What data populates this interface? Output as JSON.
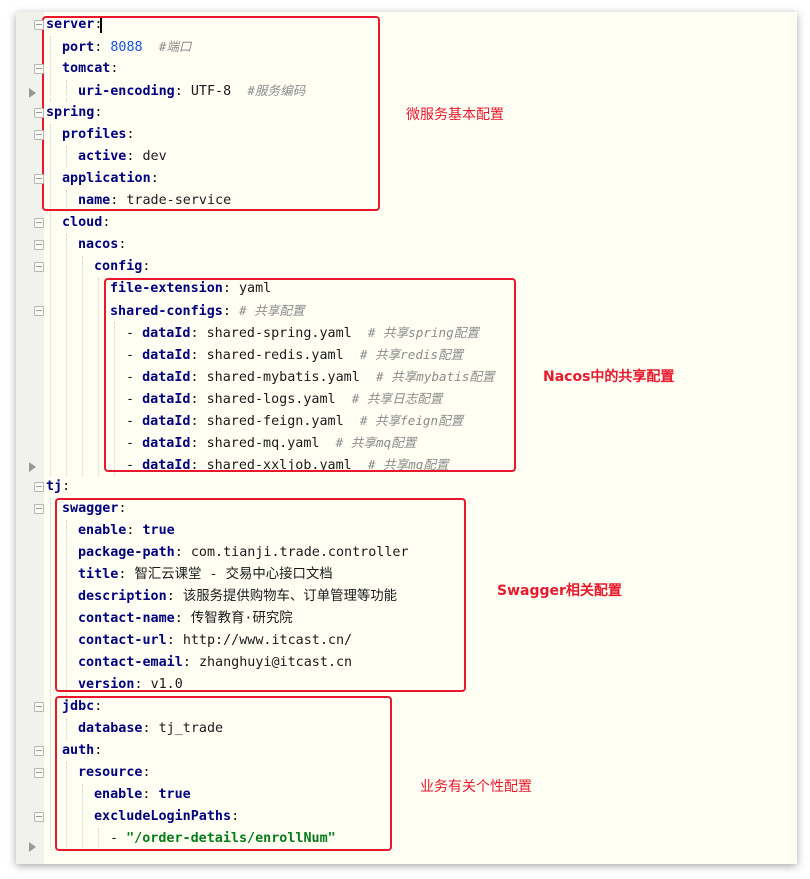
{
  "lines": [
    {
      "indent": 0,
      "key": "server",
      "value": "",
      "comment": ""
    },
    {
      "indent": 1,
      "key": "port",
      "value": "8088",
      "num": true,
      "comment": "#端口"
    },
    {
      "indent": 1,
      "key": "tomcat",
      "value": "",
      "comment": ""
    },
    {
      "indent": 2,
      "key": "uri-encoding",
      "value": "UTF-8",
      "comment": "#服务编码"
    },
    {
      "indent": 0,
      "key": "spring",
      "value": "",
      "comment": ""
    },
    {
      "indent": 1,
      "key": "profiles",
      "value": "",
      "comment": ""
    },
    {
      "indent": 2,
      "key": "active",
      "value": "dev",
      "comment": ""
    },
    {
      "indent": 1,
      "key": "application",
      "value": "",
      "comment": ""
    },
    {
      "indent": 2,
      "key": "name",
      "value": "trade-service",
      "comment": ""
    },
    {
      "indent": 1,
      "key": "cloud",
      "value": "",
      "comment": ""
    },
    {
      "indent": 2,
      "key": "nacos",
      "value": "",
      "comment": ""
    },
    {
      "indent": 3,
      "key": "config",
      "value": "",
      "comment": ""
    },
    {
      "indent": 4,
      "key": "file-extension",
      "value": "yaml",
      "comment": ""
    },
    {
      "indent": 4,
      "key": "shared-configs",
      "value": "",
      "comment": "# 共享配置"
    },
    {
      "indent": 5,
      "dash": true,
      "key": "dataId",
      "value": "shared-spring.yaml",
      "comment": "# 共享spring配置"
    },
    {
      "indent": 5,
      "dash": true,
      "key": "dataId",
      "value": "shared-redis.yaml",
      "comment": "# 共享redis配置"
    },
    {
      "indent": 5,
      "dash": true,
      "key": "dataId",
      "value": "shared-mybatis.yaml",
      "comment": "# 共享mybatis配置"
    },
    {
      "indent": 5,
      "dash": true,
      "key": "dataId",
      "value": "shared-logs.yaml",
      "comment": "# 共享日志配置"
    },
    {
      "indent": 5,
      "dash": true,
      "key": "dataId",
      "value": "shared-feign.yaml",
      "comment": "# 共享feign配置"
    },
    {
      "indent": 5,
      "dash": true,
      "key": "dataId",
      "value": "shared-mq.yaml",
      "comment": "# 共享mq配置"
    },
    {
      "indent": 5,
      "dash": true,
      "key": "dataId",
      "value": "shared-xxljob.yaml",
      "comment": "# 共享mq配置"
    },
    {
      "indent": 0,
      "key": "tj",
      "value": "",
      "comment": ""
    },
    {
      "indent": 1,
      "key": "swagger",
      "value": "",
      "comment": ""
    },
    {
      "indent": 2,
      "key": "enable",
      "value": "true",
      "bold": true,
      "comment": ""
    },
    {
      "indent": 2,
      "key": "package-path",
      "value": "com.tianji.trade.controller",
      "comment": ""
    },
    {
      "indent": 2,
      "key": "title",
      "value": "智汇云课堂 - 交易中心接口文档",
      "comment": ""
    },
    {
      "indent": 2,
      "key": "description",
      "value": "该服务提供购物车、订单管理等功能",
      "comment": ""
    },
    {
      "indent": 2,
      "key": "contact-name",
      "value": "传智教育·研究院",
      "comment": ""
    },
    {
      "indent": 2,
      "key": "contact-url",
      "value": "http://www.itcast.cn/",
      "comment": ""
    },
    {
      "indent": 2,
      "key": "contact-email",
      "value": "zhanghuyi@itcast.cn",
      "comment": ""
    },
    {
      "indent": 2,
      "key": "version",
      "value": "v1.0",
      "comment": ""
    },
    {
      "indent": 1,
      "key": "jdbc",
      "value": "",
      "comment": ""
    },
    {
      "indent": 2,
      "key": "database",
      "value": "tj_trade",
      "comment": ""
    },
    {
      "indent": 1,
      "key": "auth",
      "value": "",
      "comment": ""
    },
    {
      "indent": 2,
      "key": "resource",
      "value": "",
      "comment": ""
    },
    {
      "indent": 3,
      "key": "enable",
      "value": "true",
      "bold": true,
      "comment": ""
    },
    {
      "indent": 3,
      "key": "excludeLoginPaths",
      "value": "",
      "comment": ""
    },
    {
      "indent": 4,
      "dash": true,
      "key": "",
      "value": "\"/order-details/enrollNum\"",
      "str": true,
      "comment": ""
    }
  ],
  "annotations": {
    "basic": "微服务基本配置",
    "nacos": "Nacos中的共享配置",
    "swagger": "Swagger相关配置",
    "business": "业务有关个性配置"
  },
  "colors": {
    "key": "#00007f",
    "number": "#1750eb",
    "string": "#067d17",
    "comment": "#8c8c8c",
    "highlight": "#e8192c",
    "editor_bg": "#fffff4"
  }
}
